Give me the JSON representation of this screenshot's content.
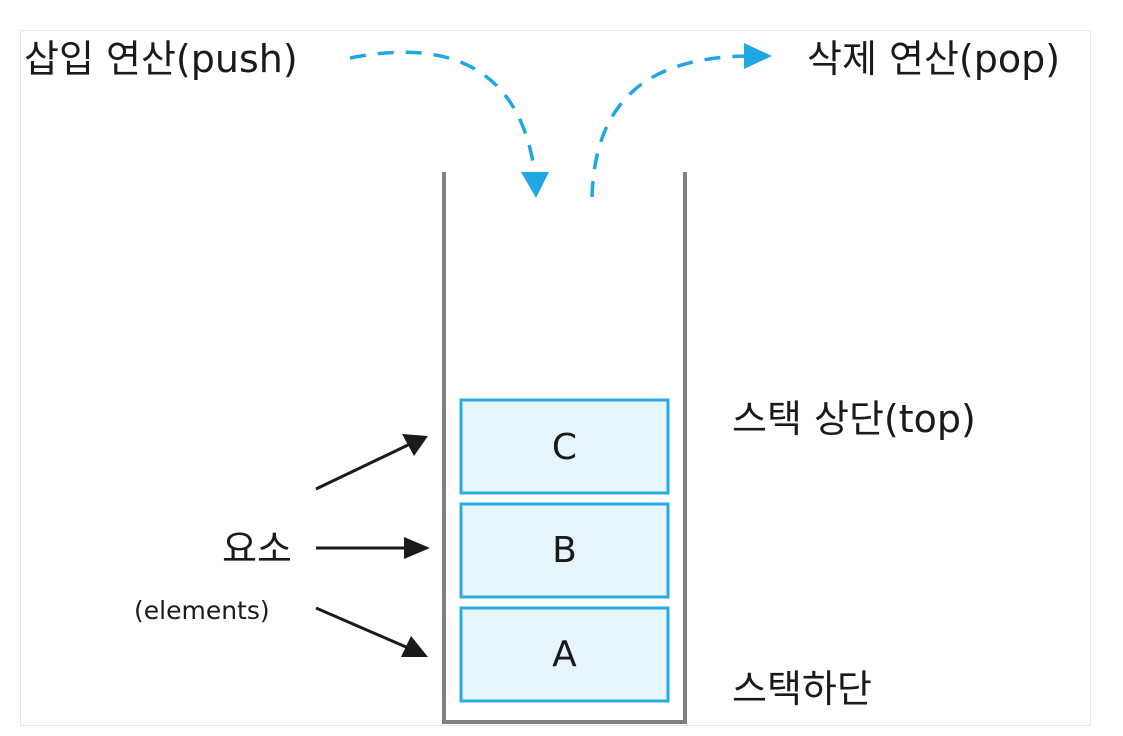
{
  "labels": {
    "push": "삽입 연산(push)",
    "pop": "삭제 연산(pop)",
    "top": "스택 상단(top)",
    "bottom": "스택하단",
    "element": "요소",
    "element_en": "(elements)"
  },
  "stack_items": [
    "C",
    "B",
    "A"
  ],
  "colors": {
    "accent": "#1fa7e4",
    "item_fill": "#e6f4fb",
    "item_border": "#29abe2",
    "container": "#808080",
    "arrow": "#1a1a1a"
  }
}
